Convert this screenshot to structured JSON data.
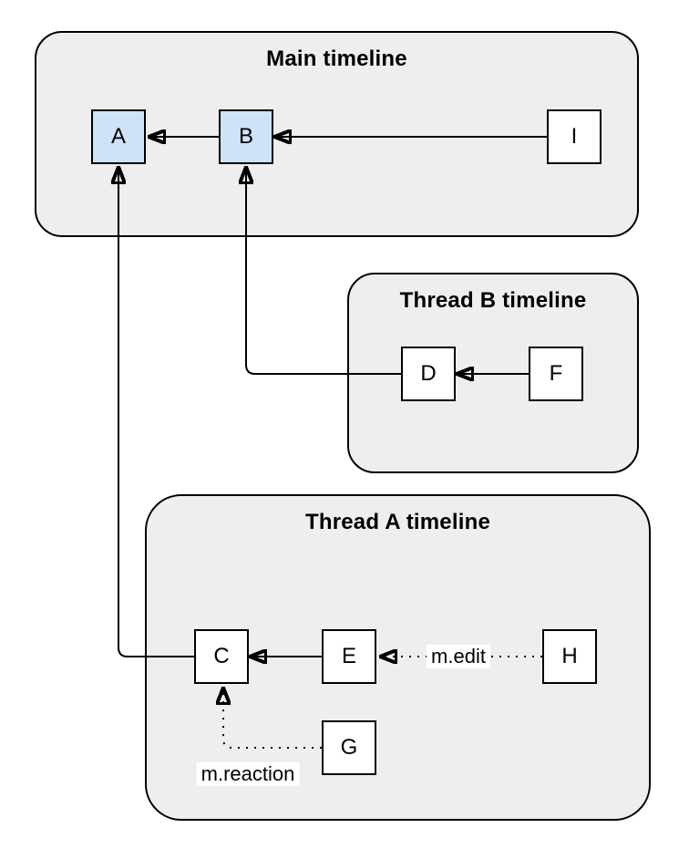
{
  "colors": {
    "canvas_bg": "#ffffff",
    "container_fill": "#eeeeee",
    "container_border": "#000000",
    "node_fill": "#ffffff",
    "highlight_node_fill": "#cfe2f7",
    "node_border": "#000000",
    "edge_color": "#000000",
    "edge_label_bg": "#ffffff"
  },
  "containers": {
    "main": {
      "title": "Main timeline"
    },
    "thread_b": {
      "title": "Thread B timeline"
    },
    "thread_a": {
      "title": "Thread A timeline"
    }
  },
  "nodes": {
    "A": {
      "label": "A",
      "container": "main",
      "highlighted": true
    },
    "B": {
      "label": "B",
      "container": "main",
      "highlighted": true
    },
    "I": {
      "label": "I",
      "container": "main",
      "highlighted": false
    },
    "D": {
      "label": "D",
      "container": "thread_b",
      "highlighted": false
    },
    "F": {
      "label": "F",
      "container": "thread_b",
      "highlighted": false
    },
    "C": {
      "label": "C",
      "container": "thread_a",
      "highlighted": false
    },
    "E": {
      "label": "E",
      "container": "thread_a",
      "highlighted": false
    },
    "H": {
      "label": "H",
      "container": "thread_a",
      "highlighted": false
    },
    "G": {
      "label": "G",
      "container": "thread_a",
      "highlighted": false
    }
  },
  "edges": [
    {
      "from": "B",
      "to": "A",
      "style": "solid",
      "label": ""
    },
    {
      "from": "I",
      "to": "B",
      "style": "solid",
      "label": ""
    },
    {
      "from": "D",
      "to": "B",
      "style": "solid",
      "label": ""
    },
    {
      "from": "F",
      "to": "D",
      "style": "solid",
      "label": ""
    },
    {
      "from": "C",
      "to": "A",
      "style": "solid",
      "label": ""
    },
    {
      "from": "E",
      "to": "C",
      "style": "solid",
      "label": ""
    },
    {
      "from": "H",
      "to": "E",
      "style": "dotted",
      "label": "m.edit"
    },
    {
      "from": "G",
      "to": "C",
      "style": "dotted",
      "label": "m.reaction"
    }
  ]
}
